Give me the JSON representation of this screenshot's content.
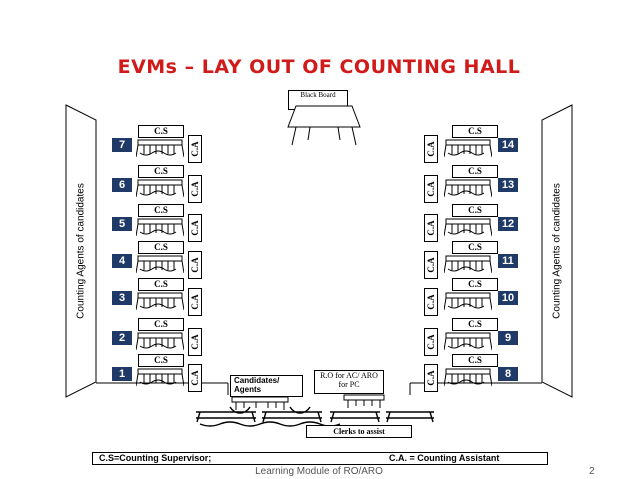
{
  "title": "EVMs  – LAY OUT OF COUNTING HALL",
  "black_board": "Black Board",
  "side_label": "Counting Agents of candidates",
  "cs_label": "C.S",
  "ca_label": "C.A",
  "left_tables": [
    "7",
    "6",
    "5",
    "4",
    "3",
    "2",
    "1"
  ],
  "right_tables": [
    "14",
    "13",
    "12",
    "11",
    "10",
    "9",
    "8"
  ],
  "candidates_label": "Candidates/ Agents",
  "ro_label": "R.O for AC/ ARO for PC",
  "clerks_label": "Clerks to assist",
  "legend": {
    "cs": "C.S=Counting Supervisor;",
    "ca": "C.A. = Counting Assistant"
  },
  "footer": "Learning Module of RO/ARO",
  "page_number": "2"
}
